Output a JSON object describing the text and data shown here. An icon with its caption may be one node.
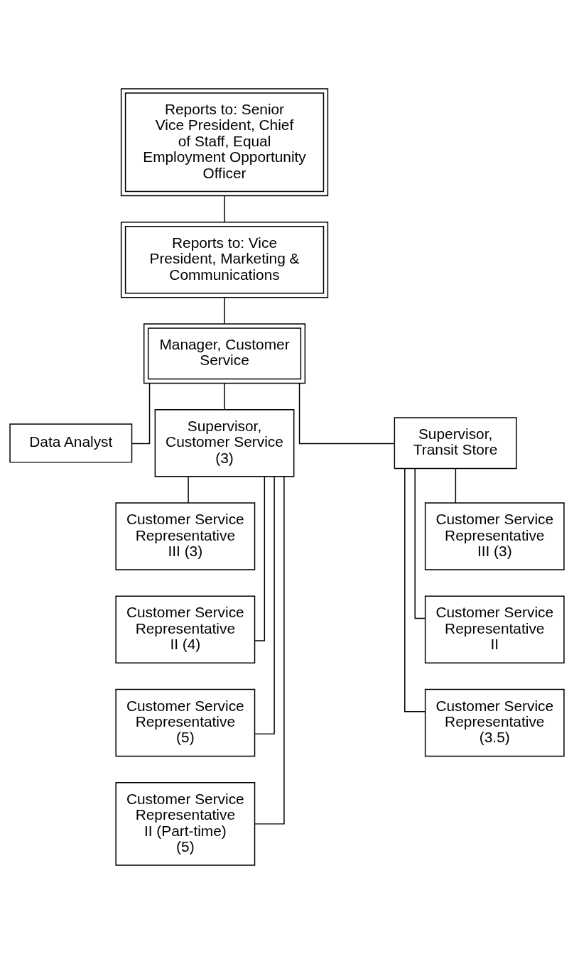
{
  "diagram": {
    "nodes": [
      {
        "text": [
          "Reports to: Senior Vice President, Chief of Staff, Equal Employment Opportunity Officer"
        ]
      },
      {
        "text": [
          "Reports to: Vice President, Marketing & Communications"
        ]
      },
      {
        "text": [
          "Manager, Customer Service"
        ]
      },
      {
        "text": [
          "Data Analyst"
        ]
      },
      {
        "text": [
          "Supervisor, Customer Service (3)"
        ]
      },
      {
        "text": [
          "Supervisor, Transit Store"
        ]
      },
      {
        "text": [
          "Customer Service Representative III (3)"
        ]
      },
      {
        "text": [
          "Customer Service Representative II (4)"
        ]
      },
      {
        "text": [
          "Customer Service Representative (5)"
        ]
      },
      {
        "text": [
          "Customer Service Representative II (Part-time) (5)"
        ]
      },
      {
        "text": [
          "Customer Service Representative III (3)"
        ]
      },
      {
        "text": [
          "Customer Service Representative II"
        ]
      },
      {
        "text": [
          "Customer Service Representative (3.5)"
        ]
      }
    ],
    "edges": [
      {
        "from": 0,
        "to": 1,
        "arrow": "none"
      },
      {
        "from": 1,
        "to": 2,
        "arrow": "none"
      },
      {
        "from": 2,
        "to": 3,
        "arrow": "none"
      },
      {
        "from": 2,
        "to": 4,
        "arrow": "none"
      },
      {
        "from": 2,
        "to": 5,
        "arrow": "none"
      },
      {
        "from": 4,
        "to": 6,
        "arrow": "none"
      },
      {
        "from": 4,
        "to": 7,
        "arrow": "none"
      },
      {
        "from": 4,
        "to": 8,
        "arrow": "none"
      },
      {
        "from": 4,
        "to": 9,
        "arrow": "none"
      },
      {
        "from": 5,
        "to": 10,
        "arrow": "none"
      },
      {
        "from": 5,
        "to": 11,
        "arrow": "none"
      },
      {
        "from": 5,
        "to": 12,
        "arrow": "none"
      }
    ]
  }
}
